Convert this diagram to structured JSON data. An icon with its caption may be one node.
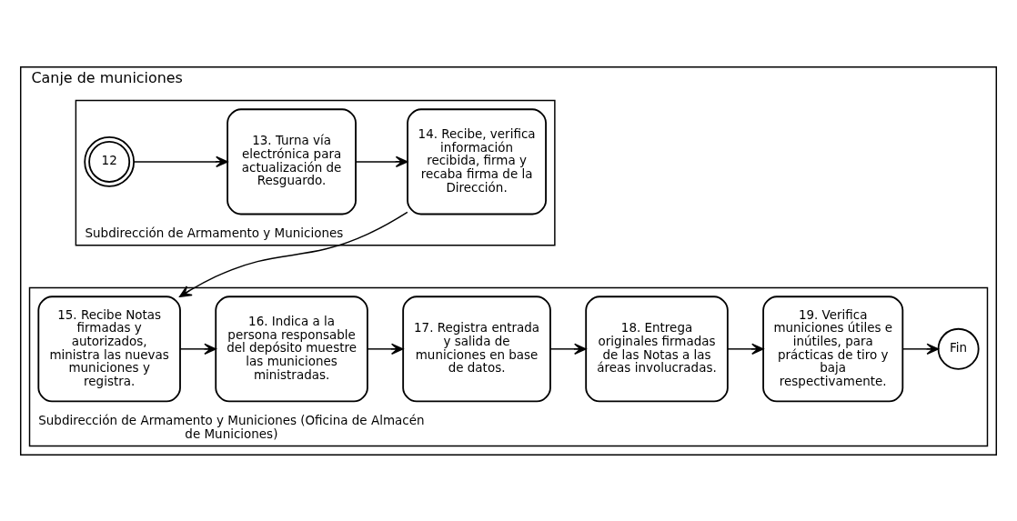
{
  "diagram": {
    "nodes": [
      {
        "text": [
          "Canje de municiones"
        ]
      },
      {
        "text": [
          "Subdirección de Armamento y Municiones"
        ],
        "in": 0
      },
      {
        "text": [
          "12"
        ],
        "in": 1
      },
      {
        "text": [
          "13. Turna vía electrónica para actualización de Resguardo."
        ],
        "in": 1
      },
      {
        "text": [
          "14. Recibe, verifica información recibida, firma y recaba firma de la Dirección."
        ],
        "in": 1
      },
      {
        "text": [
          "Subdirección de Armamento y Municiones (Oficina de Almacén de Municiones)"
        ],
        "in": 0
      },
      {
        "text": [
          "15. Recibe Notas firmadas y autorizados, ministra las nuevas municiones y registra."
        ],
        "in": 5
      },
      {
        "text": [
          "16. Indica a la persona responsable del depósito muestre las municiones ministradas."
        ],
        "in": 5
      },
      {
        "text": [
          "17. Registra entrada y salida de municiones en base de datos."
        ],
        "in": 5
      },
      {
        "text": [
          "18. Entrega originales firmadas de las Notas a las áreas involucradas."
        ],
        "in": 5
      },
      {
        "text": [
          "19. Verifica municiones útiles e inútiles, para prácticas de tiro y baja respectivamente."
        ],
        "in": 5
      },
      {
        "text": [
          "Fin"
        ],
        "in": 5
      }
    ],
    "edges": [
      {
        "from": 2,
        "to": 3,
        "arrow": "to"
      },
      {
        "from": 3,
        "to": 4,
        "arrow": "to"
      },
      {
        "from": 4,
        "to": 6,
        "arrow": "to"
      },
      {
        "from": 6,
        "to": 7,
        "arrow": "to"
      },
      {
        "from": 7,
        "to": 8,
        "arrow": "to"
      },
      {
        "from": 8,
        "to": 9,
        "arrow": "to"
      },
      {
        "from": 9,
        "to": 10,
        "arrow": "to"
      },
      {
        "from": 10,
        "to": 11,
        "arrow": "to"
      }
    ]
  }
}
